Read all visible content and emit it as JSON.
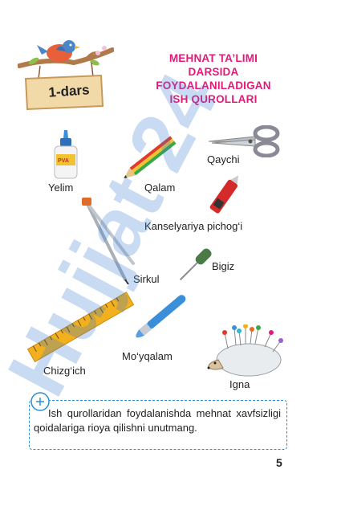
{
  "lesson_badge": "1-dars",
  "title_lines": [
    "MEHNAT TA’LIMI",
    "DARSIDA",
    "FOYDALANILADIGAN",
    "ISH QUROLLARI"
  ],
  "tools": {
    "yelim": "Yelim",
    "pva": "PVA",
    "qalam": "Qalam",
    "qaychi": "Qaychi",
    "pichoq": "Kanselyariya pichog‘i",
    "bigiz": "Bigiz",
    "sirkul": "Sirkul",
    "moyqalam": "Mo‘yqalam",
    "chizgich": "Chizg‘ich",
    "igna": "Igna"
  },
  "note": {
    "text": "Ish qurollaridan foydalanishda mehnat xavfsizligi qoidalariga rioya qilishni unutmang."
  },
  "page_number": "5",
  "watermark": "Hujjat 24",
  "colors": {
    "title": "#e6197a",
    "note_border": "#2a8fd0",
    "watermark_blue": "#3b7fd1",
    "watermark_purple": "#9a5fd8",
    "watermark_red": "#e03a3a"
  }
}
